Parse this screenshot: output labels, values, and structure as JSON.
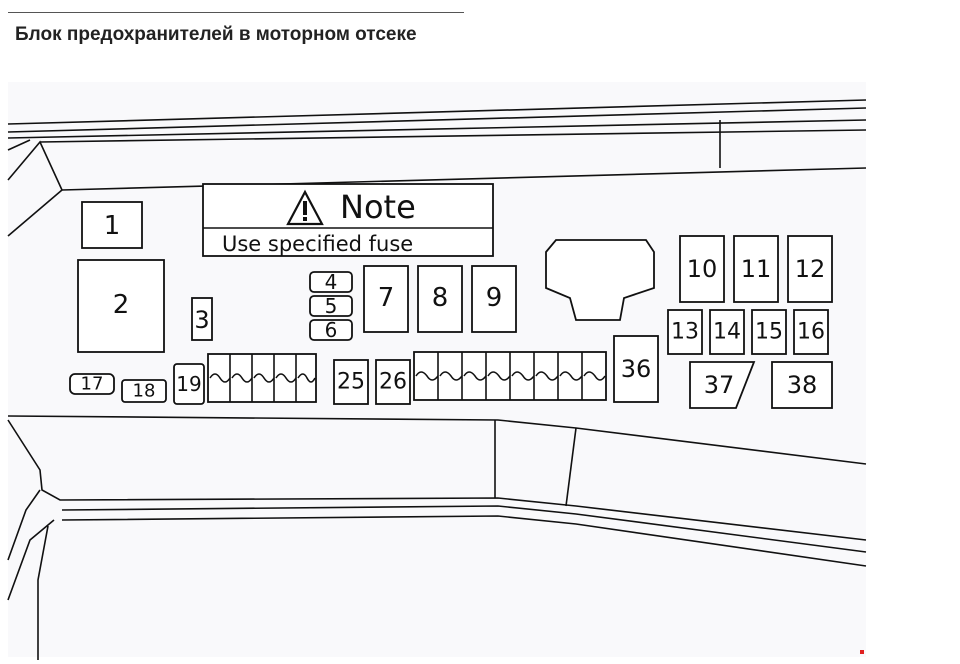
{
  "page": {
    "title": "Блок предохранителей в моторном отсеке"
  },
  "note": {
    "title": "Note",
    "subtitle": "Use specified fuse",
    "icon": "warning-triangle-icon"
  },
  "fuses": {
    "f1": "1",
    "f2": "2",
    "f3": "3",
    "f4": "4",
    "f5": "5",
    "f6": "6",
    "f7": "7",
    "f8": "8",
    "f9": "9",
    "f10": "10",
    "f11": "11",
    "f12": "12",
    "f13": "13",
    "f14": "14",
    "f15": "15",
    "f16": "16",
    "f17": "17",
    "f18": "18",
    "f19": "19",
    "f25": "25",
    "f26": "26",
    "f36": "36",
    "f37": "37",
    "f38": "38"
  },
  "colors": {
    "line": "#111111",
    "background": "#f9f9fb",
    "marker": "#e02020"
  }
}
